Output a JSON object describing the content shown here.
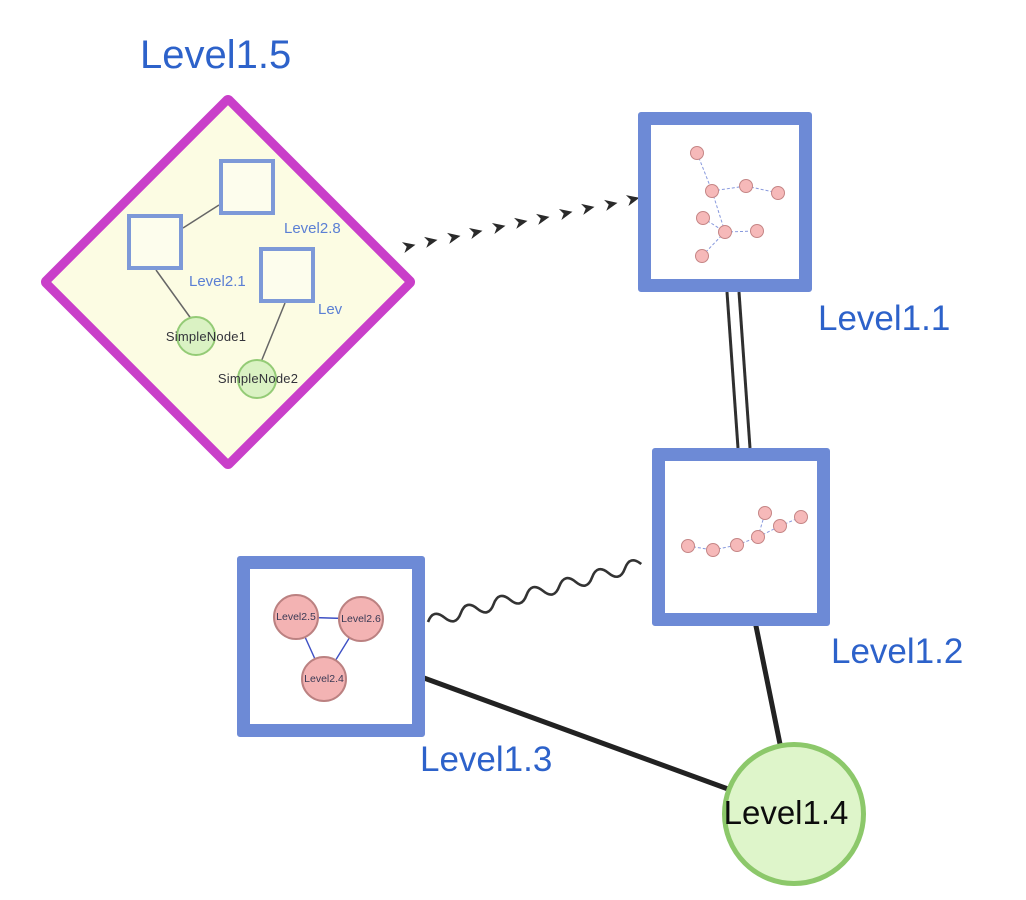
{
  "diagram": {
    "type": "nested-graph",
    "groups": {
      "level15": {
        "label": "Level1.5",
        "shape": "diamond-group",
        "children": {
          "level28": {
            "label": "Level2.8"
          },
          "level21": {
            "label": "Level2.1"
          },
          "lev": {
            "label": "Lev"
          },
          "simplenode1": {
            "label": "SimpleNode1"
          },
          "simplenode2": {
            "label": "SimpleNode2"
          }
        }
      },
      "level11": {
        "label": "Level1.1",
        "shape": "square-group"
      },
      "level12": {
        "label": "Level1.2",
        "shape": "square-group"
      },
      "level13": {
        "label": "Level1.3",
        "shape": "square-group",
        "children": {
          "level25": {
            "label": "Level2.5"
          },
          "level26": {
            "label": "Level2.6"
          },
          "level24": {
            "label": "Level2.4"
          }
        }
      },
      "level14": {
        "label": "Level1.4",
        "shape": "circle"
      }
    },
    "edges": [
      {
        "from": "Level1.5",
        "to": "Level1.1",
        "style": "dashed-arrowheads"
      },
      {
        "from": "Level1.1",
        "to": "Level1.2",
        "style": "double-line"
      },
      {
        "from": "Level1.3",
        "to": "Level1.2",
        "style": "wavy"
      },
      {
        "from": "Level1.3",
        "to": "Level1.4",
        "style": "solid"
      },
      {
        "from": "Level1.2",
        "to": "Level1.4",
        "style": "solid"
      },
      {
        "from": "Level2.8",
        "to": "Level2.1",
        "style": "thin"
      },
      {
        "from": "Level2.1",
        "to": "SimpleNode1",
        "style": "thin"
      },
      {
        "from": "Lev",
        "to": "SimpleNode2",
        "style": "thin"
      },
      {
        "from": "Level2.5",
        "to": "Level2.6",
        "style": "thin-blue"
      },
      {
        "from": "Level2.5",
        "to": "Level2.4",
        "style": "thin-blue"
      },
      {
        "from": "Level2.6",
        "to": "Level2.4",
        "style": "thin-blue"
      }
    ],
    "colors": {
      "label_blue": "#2d62ca",
      "diamond_border": "#c93fc9",
      "diamond_fill": "#fcfce3",
      "group_border": "#6d8ad6",
      "inner_square_border": "#7d99d8",
      "green_fill": "#daf2c3",
      "green_border": "#94cb76",
      "pink_fill": "#f6b9b9",
      "pink_border": "#bb8181",
      "edge_color": "#2a2a2a",
      "inner_label_blue": "#5b7fd4"
    }
  }
}
